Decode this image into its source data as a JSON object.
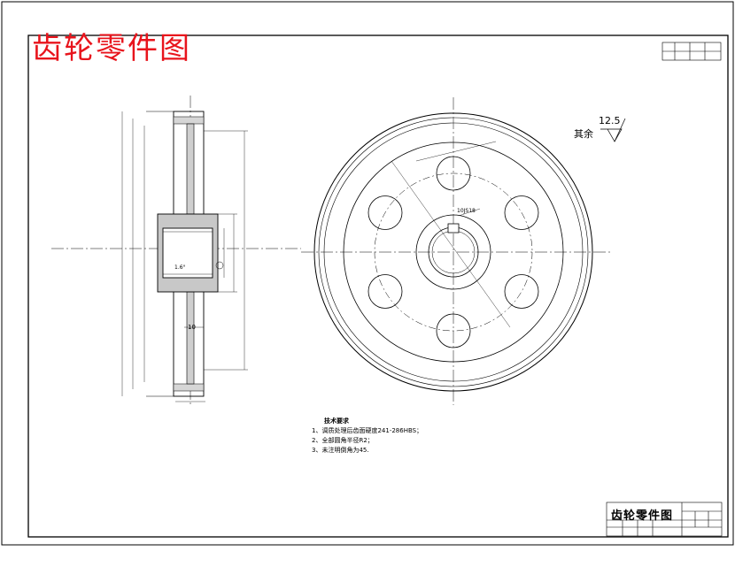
{
  "drawing": {
    "title": "齿轮零件图",
    "title_color": "#e8141c",
    "title_block_title": "齿轮零件图",
    "surface_finish": {
      "label": "其余",
      "value": "12.5"
    },
    "technical_requirements": {
      "heading": "技术要求",
      "items": [
        "1、调质处理后齿面硬度241-286HBS；",
        "2、全部圆角半径R2；",
        "3、未注明倒角为45."
      ]
    },
    "dimensions": {
      "tooth_width": "10",
      "small_angle": "1.6°",
      "keyway": "10JS18"
    }
  }
}
